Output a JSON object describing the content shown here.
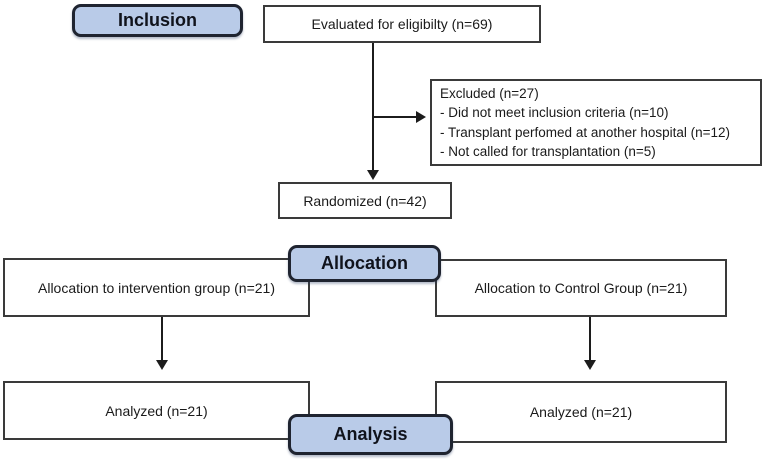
{
  "colors": {
    "stage_fill": "#b9cbe8",
    "stage_border": "#1f2430",
    "box_border": "#3a3a3a",
    "line": "#1c1c1c",
    "background": "#ffffff"
  },
  "diagram": {
    "stages": {
      "inclusion": "Inclusion",
      "allocation": "Allocation",
      "analysis": "Analysis"
    },
    "boxes": {
      "evaluated": "Evaluated for eligibilty (n=69)",
      "excluded": {
        "title": "Excluded (n=27)",
        "items": [
          "- Did not meet inclusion criteria (n=10)",
          "- Transplant perfomed at another hospital (n=12)",
          "- Not called for transplantation (n=5)"
        ]
      },
      "randomized": "Randomized (n=42)",
      "allocation_intervention": "Allocation to intervention group (n=21)",
      "allocation_control": "Allocation to Control Group (n=21)",
      "analyzed_intervention": "Analyzed (n=21)",
      "analyzed_control": "Analyzed (n=21)"
    }
  }
}
